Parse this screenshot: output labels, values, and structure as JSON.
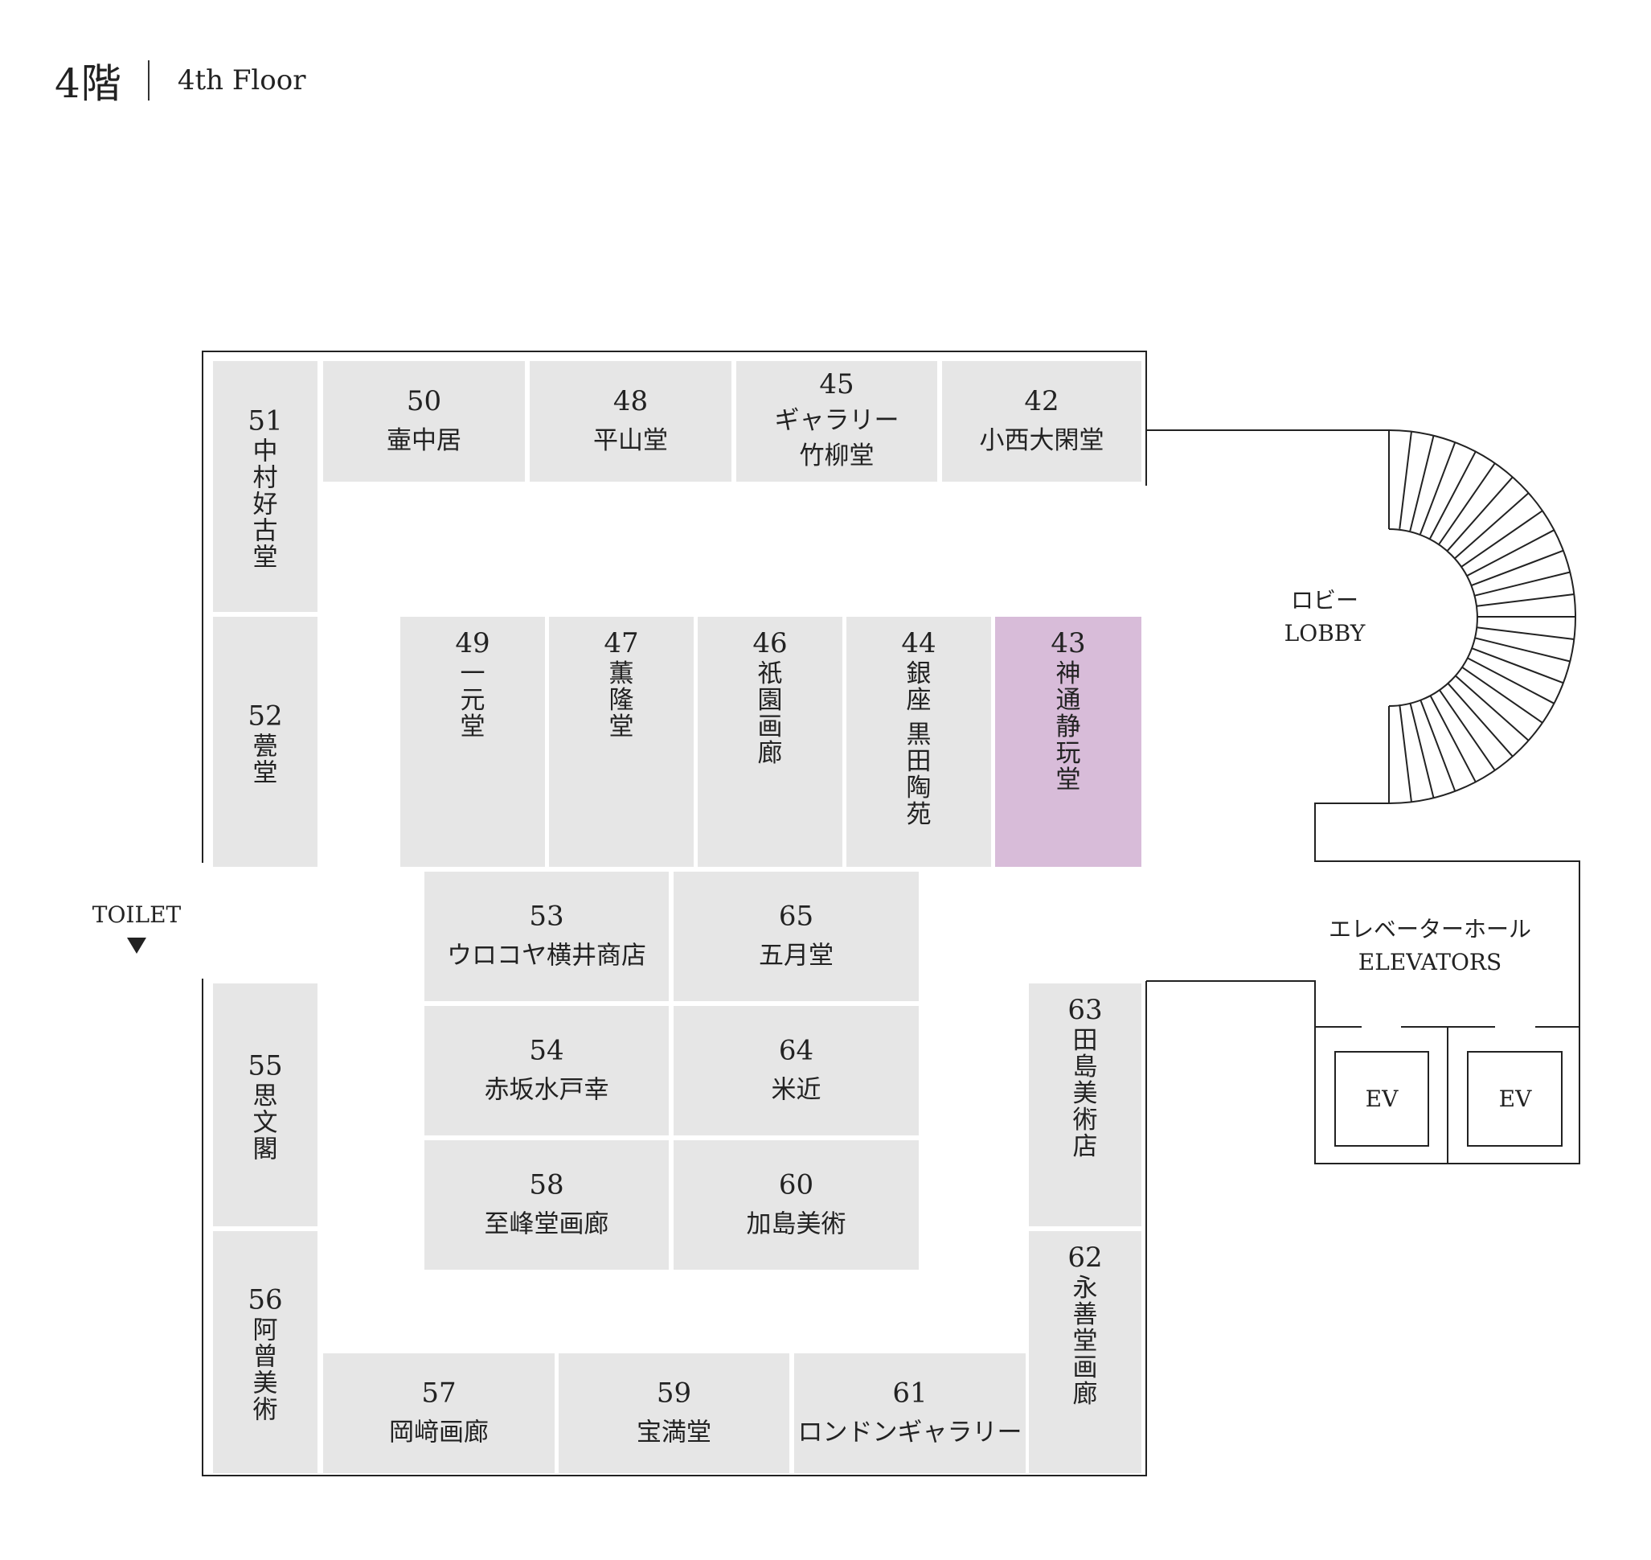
{
  "header": {
    "floor_jp": "4階",
    "floor_en": "4th Floor"
  },
  "colors": {
    "booth": "#e6e6e6",
    "highlight": "#d8bcd9",
    "line": "#222222"
  },
  "booths": [
    {
      "num": "51",
      "name": "中村好古堂"
    },
    {
      "num": "50",
      "name": "壷中居"
    },
    {
      "num": "48",
      "name": "平山堂"
    },
    {
      "num": "45",
      "name": "ギャラリー竹柳堂"
    },
    {
      "num": "42",
      "name": "小西大閑堂"
    },
    {
      "num": "52",
      "name": "甍堂"
    },
    {
      "num": "49",
      "name": "一元堂"
    },
    {
      "num": "47",
      "name": "薫隆堂"
    },
    {
      "num": "46",
      "name": "祇園画廊"
    },
    {
      "num": "44",
      "name": "銀座 黒田陶苑"
    },
    {
      "num": "43",
      "name": "神通静玩堂",
      "highlighted": true
    },
    {
      "num": "53",
      "name": "ウロコヤ横井商店"
    },
    {
      "num": "65",
      "name": "五月堂"
    },
    {
      "num": "54",
      "name": "赤坂水戸幸"
    },
    {
      "num": "64",
      "name": "米近"
    },
    {
      "num": "58",
      "name": "至峰堂画廊"
    },
    {
      "num": "60",
      "name": "加島美術"
    },
    {
      "num": "55",
      "name": "思文閣"
    },
    {
      "num": "56",
      "name": "阿曾美術"
    },
    {
      "num": "63",
      "name": "田島美術店"
    },
    {
      "num": "62",
      "name": "永善堂画廊"
    },
    {
      "num": "57",
      "name": "岡﨑画廊"
    },
    {
      "num": "59",
      "name": "宝満堂"
    },
    {
      "num": "61",
      "name": "ロンドンギャラリー"
    }
  ],
  "labels": {
    "toilet": "TOILET",
    "lobby_jp": "ロビー",
    "lobby_en": "LOBBY",
    "elevators_jp": "エレベーターホール",
    "elevators_en": "ELEVATORS",
    "ev": "EV"
  },
  "icons": {
    "toilet_arrow": "arrow-down-icon",
    "staircase": "spiral-staircase-icon",
    "elevator": "elevator-car-icon"
  }
}
